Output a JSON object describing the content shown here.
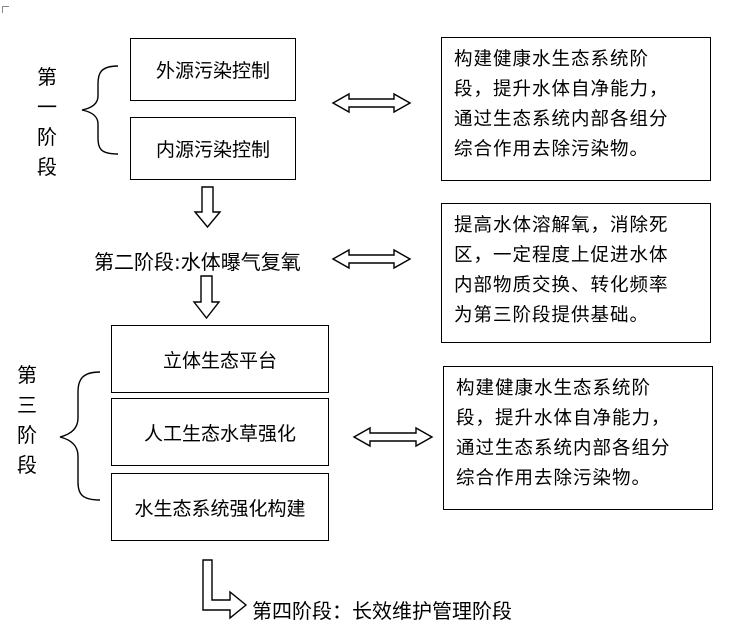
{
  "stage1": {
    "label_chars": [
      "第",
      "一",
      "阶",
      "段"
    ],
    "box_top": "外源污染控制",
    "box_bottom": "内源污染控制",
    "description": [
      "构建健康水生态系统阶",
      "段，提升水体自净能力，",
      "通过生态系统内部各组分",
      "综合作用去除污染物。"
    ]
  },
  "stage2": {
    "label": "第二阶段:水体曝气复氧",
    "description": [
      "提高水体溶解氧，消除死",
      "区，一定程度上促进水体",
      "内部物质交换、转化频率",
      "为第三阶段提供基础。"
    ]
  },
  "stage3": {
    "label_chars": [
      "第",
      "三",
      "阶",
      "段"
    ],
    "box_1": "立体生态平台",
    "box_2": "人工生态水草强化",
    "box_3": "水生态系统强化构建",
    "description": [
      "构建健康水生态系统阶",
      "段，提升水体自净能力，",
      "通过生态系统内部各组分",
      "综合作用去除污染物。"
    ]
  },
  "stage4": {
    "label": "第四阶段：长效维护管理阶段"
  }
}
